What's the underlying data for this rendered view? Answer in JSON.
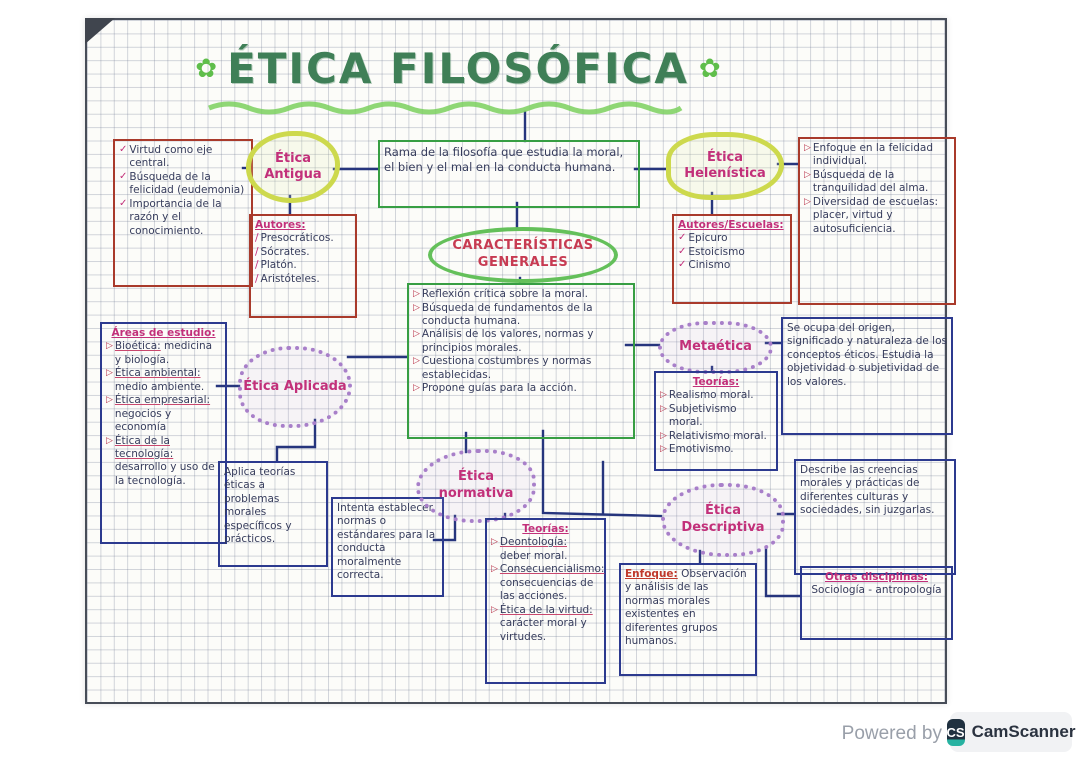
{
  "title": {
    "text": "ÉTICA FILOSÓFICA"
  },
  "glyphs": {
    "triangle": "▷",
    "check": "✓",
    "slash": "/",
    "flower": "✿"
  },
  "definition": "Rama de la filosofía que estudia la moral, el bien y el mal en la conducta humana.",
  "etica_antigua": {
    "label": "Ética Antigua",
    "points": [
      "Virtud como eje central.",
      "Búsqueda de la felicidad (eudemonia)",
      "Importancia de la razón y el conocimiento."
    ],
    "autores_title": "Autores:",
    "autores": [
      "Presocráticos.",
      "Sócrates.",
      "Platón.",
      "Aristóteles."
    ]
  },
  "etica_helenistica": {
    "label": "Ética Helenística",
    "points": [
      "Enfoque en la felicidad individual.",
      "Búsqueda de la tranquilidad del alma.",
      "Diversidad de escuelas: placer, virtud y autosuficiencia."
    ],
    "escuelas_title": "Autores/Escuelas:",
    "escuelas": [
      "Epicuro",
      "Estoicismo",
      "Cinismo"
    ]
  },
  "caracteristicas": {
    "label": "CARACTERÍSTICAS GENERALES",
    "points": [
      "Reflexión crítica sobre la moral.",
      "Búsqueda de fundamentos de la conducta humana.",
      "Análisis de los valores, normas y principios morales.",
      "Cuestiona costumbres y normas establecidas.",
      "Propone guías para la acción."
    ]
  },
  "etica_aplicada": {
    "label": "Ética Aplicada",
    "areas_title": "Áreas de estudio:",
    "areas": [
      {
        "term": "Bioética:",
        "desc": " medicina y biología."
      },
      {
        "term": "Ética ambiental:",
        "desc": " medio ambiente."
      },
      {
        "term": "Ética empresarial:",
        "desc": " negocios y economía"
      },
      {
        "term": "Ética de la tecnología:",
        "desc": " desarrollo y uso de la tecnología."
      }
    ],
    "nota": "Aplica teorías éticas a problemas morales específicos y prácticos."
  },
  "etica_normativa": {
    "label": "Ética normativa",
    "nota": "Intenta establecer normas o estándares para la conducta moralmente correcta.",
    "teorias_title": "Teorías:",
    "teorias": [
      {
        "term": "Deontología:",
        "desc": " deber moral."
      },
      {
        "term": "Consecuencialismo:",
        "desc": " consecuencias de las acciones."
      },
      {
        "term": "Ética de la virtud:",
        "desc": " carácter moral y virtudes."
      }
    ]
  },
  "metaetica": {
    "label": "Metaética",
    "teorias_title": "Teorías:",
    "teorias": [
      "Realismo moral.",
      "Subjetivismo moral.",
      "Relativismo moral.",
      "Emotivismo."
    ],
    "nota": "Se ocupa del origen, significado y naturaleza de los conceptos éticos. Estudia la objetividad o subjetividad de los valores."
  },
  "etica_descriptiva": {
    "label": "Ética Descriptiva",
    "nota": "Describe las creencias morales y prácticas de diferentes culturas y sociedades, sin juzgarlas.",
    "enfoque_term": "Enfoque:",
    "enfoque_desc": " Observación y análisis de las normas morales existentes en diferentes grupos humanos.",
    "otras_title": "Otras disciplinas:",
    "otras_desc": "Sociología - antropología"
  },
  "footer": {
    "powered_by": "Powered by",
    "logo_initials": "CS",
    "brand": "CamScanner"
  },
  "colors": {
    "title_green": "#3f7f57",
    "accent_light_green": "#5fbe4b",
    "heading_pink": "#c2307a",
    "box_red": "#a93a2b",
    "box_blue": "#2c3a8f",
    "box_green": "#379e43",
    "cloud_purple": "#a87fc9",
    "highlight_yellow_green": "#cdd94d",
    "connector_navy": "#26357d",
    "camscanner_teal": "#27b2a1"
  }
}
